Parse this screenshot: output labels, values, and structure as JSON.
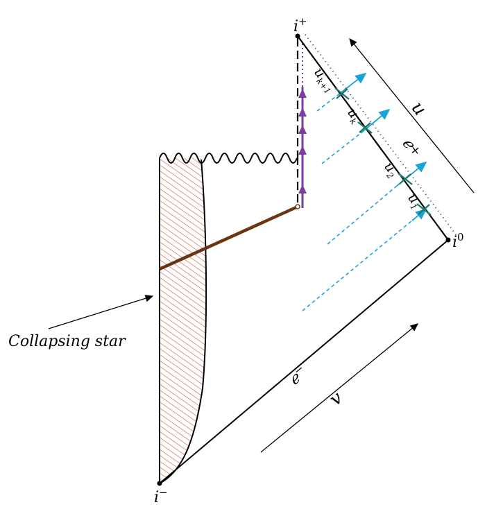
{
  "labels": {
    "i_plus": "i",
    "i_plus_sup": "+",
    "i_minus": "i",
    "i_minus_sup": "−",
    "i_zero": "i",
    "i_zero_sup": "0",
    "scri_plus": "ℯ",
    "scri_plus_sup": "+",
    "scri_minus": "ℯ",
    "scri_minus_sup": "−",
    "u_axis": "u",
    "v_axis": "v",
    "collapsing_star": "Collapsing star",
    "u_k1": "u",
    "u_k1_sub": "k+1",
    "u_k": "u",
    "u_k_sub": "k",
    "u_2": "u",
    "u_2_sub": "2",
    "u_1": "u",
    "u_1_sub": "1"
  },
  "colors": {
    "star_hatch": "#cc4422",
    "ray_blue": "#1aa3d9",
    "purple": "#7a3ea0",
    "brown": "#6b3512",
    "cross_green": "#1a7a6a"
  }
}
